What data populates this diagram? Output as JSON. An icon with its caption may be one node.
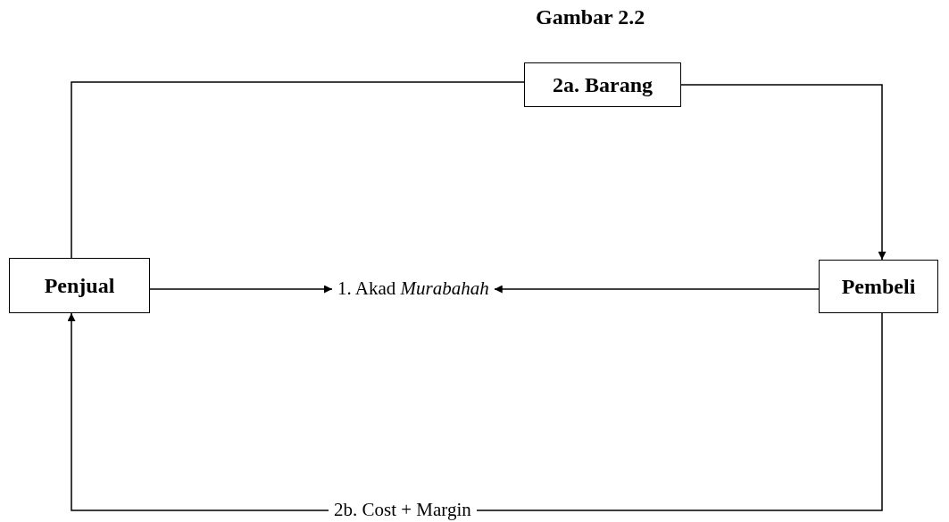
{
  "diagram": {
    "title": "Gambar 2.2",
    "nodes": [
      {
        "text": [
          "Penjual"
        ]
      },
      {
        "text": [
          "Pembeli"
        ]
      },
      {
        "text": [
          "2a. Barang"
        ]
      },
      {
        "text": [
          "1. Akad *Murabahah*"
        ]
      },
      {
        "text": [
          "2b. Cost + Margin"
        ]
      }
    ],
    "edges": [
      {
        "from": 0,
        "to": 2,
        "arrow": "none"
      },
      {
        "from": 2,
        "to": 1,
        "arrow": "to"
      },
      {
        "from": 0,
        "to": 3,
        "arrow": "to"
      },
      {
        "from": 1,
        "to": 3,
        "arrow": "to"
      },
      {
        "from": 1,
        "to": 4,
        "arrow": "none"
      },
      {
        "from": 4,
        "to": 0,
        "arrow": "to"
      }
    ]
  }
}
